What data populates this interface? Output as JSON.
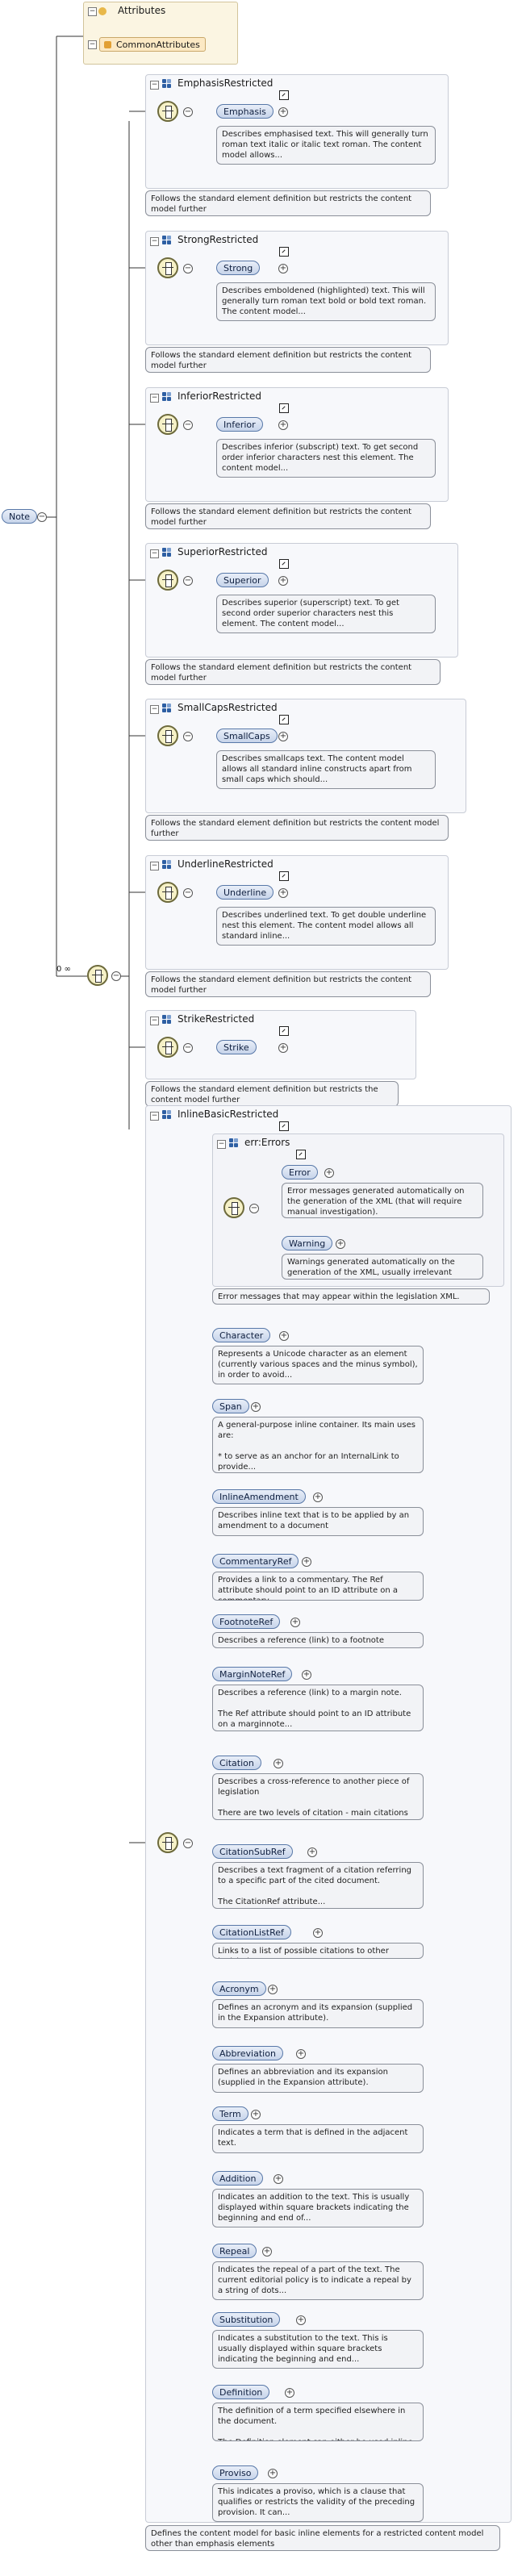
{
  "root": {
    "label": "Note",
    "occurrence": "0 ∞"
  },
  "attributes": {
    "title": "Attributes",
    "item": "CommonAttributes"
  },
  "groups": [
    {
      "title": "EmphasisRestricted",
      "element": "Emphasis",
      "description": "Describes emphasised text. This will generally turn roman text italic or italic text roman. The content model allows...",
      "note": "Follows the standard element definition but restricts the content model further"
    },
    {
      "title": "StrongRestricted",
      "element": "Strong",
      "description": "Describes emboldened (highlighted) text. This will generally turn roman text bold or bold text roman. The content model...",
      "note": "Follows the standard element definition but restricts the content model further"
    },
    {
      "title": "InferiorRestricted",
      "element": "Inferior",
      "description": "Describes inferior (subscript) text. To get second order inferior characters nest this element. The content model...",
      "note": "Follows the standard element definition but restricts the content model further"
    },
    {
      "title": "SuperiorRestricted",
      "element": "Superior",
      "description": "Describes superior (superscript) text. To get second order superior characters nest this element. The content model...",
      "note": "Follows the standard element definition but restricts the content model further"
    },
    {
      "title": "SmallCapsRestricted",
      "element": "SmallCaps",
      "description": "Describes smallcaps text. The content model allows all standard inline constructs apart from small caps which should...",
      "note": "Follows the standard element definition but restricts the content model further"
    },
    {
      "title": "UnderlineRestricted",
      "element": "Underline",
      "description": "Describes underlined text. To get double underline nest this element. The content model allows all standard inline...",
      "note": "Follows the standard element definition but restricts the content model further"
    },
    {
      "title": "StrikeRestricted",
      "element": "Strike",
      "description": "",
      "note": "Follows the standard element definition but restricts the content model further"
    }
  ],
  "inline_basic": {
    "title": "InlineBasicRestricted",
    "note": "Defines the content model for basic inline elements for a restricted content model other than emphasis elements",
    "errors": {
      "title": "err:Errors",
      "note": "Error messages that may appear within the legislation XML.",
      "items": [
        {
          "element": "Error",
          "description": "Error messages generated automatically on the generation of the XML (that will require manual investigation)."
        },
        {
          "element": "Warning",
          "description": "Warnings generated automatically on the generation of the XML, usually irrelevant issues."
        }
      ]
    },
    "items": [
      {
        "element": "Character",
        "description": "Represents a Unicode character as an element (currently various spaces and the minus symbol), in order to avoid..."
      },
      {
        "element": "Span",
        "description": "A general-purpose inline container. Its main uses are:\n\n* to serve as an anchor for an InternalLink to provide..."
      },
      {
        "element": "InlineAmendment",
        "description": "Describes inline text that is to be applied by an amendment to a document"
      },
      {
        "element": "CommentaryRef",
        "description": "Provides a link to a commentary. The Ref attribute should point to an ID attribute on a commentary."
      },
      {
        "element": "FootnoteRef",
        "description": "Describes a reference (link) to a footnote"
      },
      {
        "element": "MarginNoteRef",
        "description": "Describes a reference (link) to a margin note.\n\nThe Ref attribute should point to an ID attribute on a marginnote..."
      },
      {
        "element": "Citation",
        "description": "Describes a cross-reference to another piece of legislation\n\nThere are two levels of citation - main citations that..."
      },
      {
        "element": "CitationSubRef",
        "description": "Describes a text fragment of a citation referring to a specific part of the cited document.\n\nThe CitationRef attribute..."
      },
      {
        "element": "CitationListRef",
        "description": "Links to a list of possible citations to other legislation"
      },
      {
        "element": "Acronym",
        "description": "Defines an acronym and its expansion (supplied in the Expansion attribute)."
      },
      {
        "element": "Abbreviation",
        "description": "Defines an abbreviation and its expansion (supplied in the Expansion attribute)."
      },
      {
        "element": "Term",
        "description": "Indicates a term that is defined in the adjacent text."
      },
      {
        "element": "Addition",
        "description": "Indicates an addition to the text. This is usually displayed within square brackets indicating the beginning and end of..."
      },
      {
        "element": "Repeal",
        "description": "Indicates the repeal of a part of the text. The current editorial policy is to indicate a repeal by a string of dots..."
      },
      {
        "element": "Substitution",
        "description": "Indicates a substitution to the text. This is usually displayed within square brackets indicating the beginning and end..."
      },
      {
        "element": "Definition",
        "description": "The definition of a term specified elsewhere in the document.\n\nThe Definition element can either be used inline, to..."
      },
      {
        "element": "Proviso",
        "description": "This indicates a proviso, which is a clause that qualifies or restricts the validity of the preceding provision. It can..."
      }
    ]
  },
  "icons": {
    "collapse": "minus-box-icon",
    "sequence": "sequence-compositor-icon",
    "complex_type": "complex-type-icon",
    "external": "external-link-icon",
    "expand": "plus-circle-icon"
  }
}
